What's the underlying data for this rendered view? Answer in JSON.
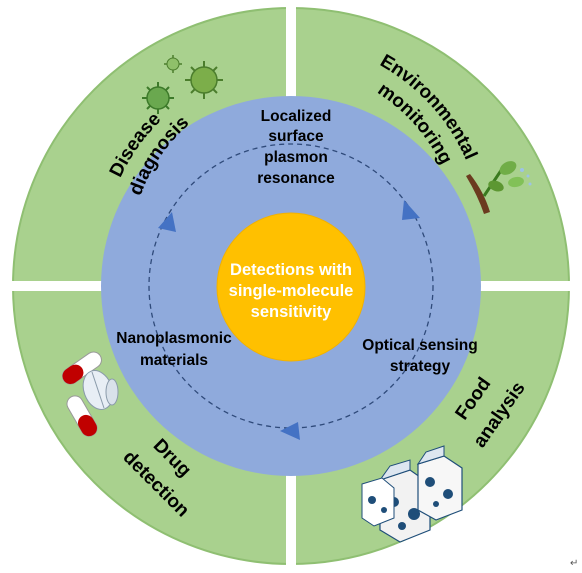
{
  "colors": {
    "outer_ring": "#a9d18e",
    "outer_stroke": "#8fbf72",
    "inner_ring": "#8faadc",
    "center": "#ffc000",
    "center_stroke": "#f2b100",
    "arrows": "#4472c4",
    "divider": "#ffffff"
  },
  "center": {
    "line1": "Detections with",
    "line2": "single-molecule",
    "line3": "sensitivity"
  },
  "ring": {
    "lspr": {
      "line1": "Localized",
      "line2": "surface",
      "line3": "plasmon",
      "line4": "resonance"
    },
    "nanoplasmonic": {
      "line1": "Nanoplasmonic",
      "line2": "materials"
    },
    "optical": {
      "line1": "Optical sensing",
      "line2": "strategy"
    }
  },
  "applications": {
    "disease": {
      "line1": "Disease",
      "line2": "diagnosis",
      "icon": "virus-icon"
    },
    "environmental": {
      "line1": "Environmental",
      "line2": "monitoring",
      "icon": "plant-sprout-icon"
    },
    "drug": {
      "line1": "Drug",
      "line2": "detection",
      "icon": "pills-icon"
    },
    "food": {
      "line1": "Food",
      "line2": "analysis",
      "icon": "milk-carton-icon"
    }
  },
  "paragraph_mark": "↵"
}
